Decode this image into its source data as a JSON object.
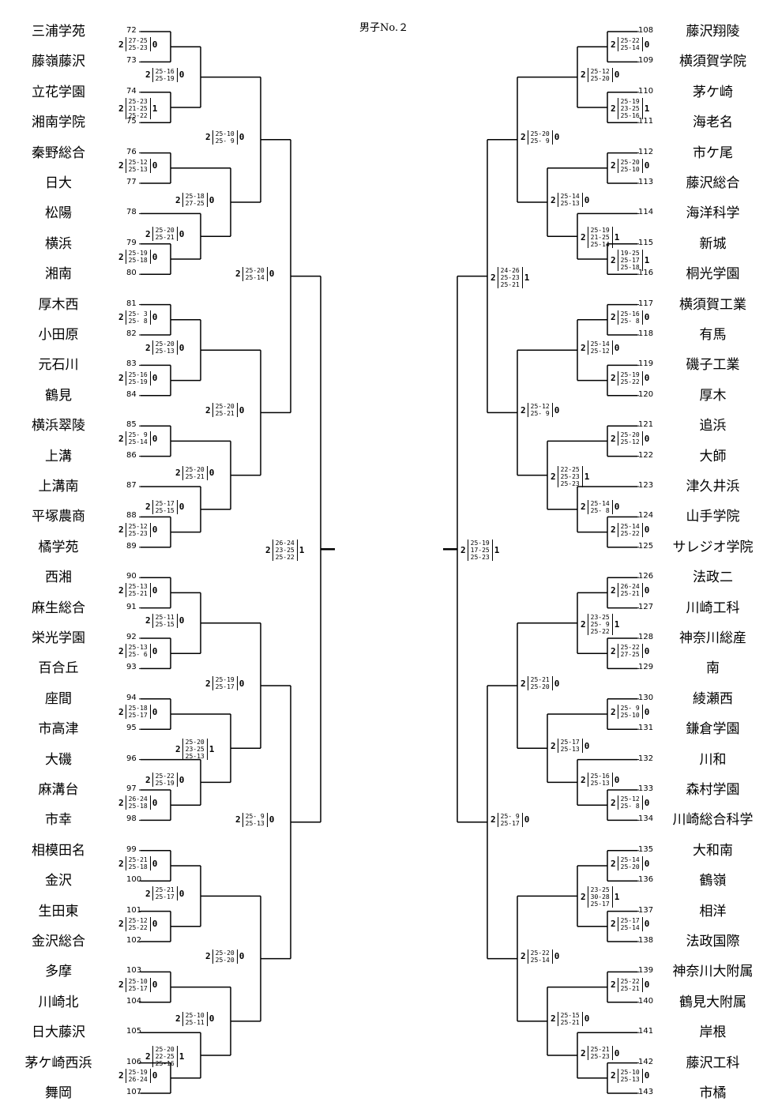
{
  "title": "男子No.２",
  "left": {
    "teams": [
      {
        "seed": "72",
        "name": "三浦学苑"
      },
      {
        "seed": "73",
        "name": "藤嶺藤沢"
      },
      {
        "seed": "74",
        "name": "立花学園"
      },
      {
        "seed": "75",
        "name": "湘南学院"
      },
      {
        "seed": "76",
        "name": "秦野総合"
      },
      {
        "seed": "77",
        "name": "日大"
      },
      {
        "seed": "78",
        "name": "松陽"
      },
      {
        "seed": "79",
        "name": "横浜"
      },
      {
        "seed": "80",
        "name": "湘南"
      },
      {
        "seed": "81",
        "name": "厚木西"
      },
      {
        "seed": "82",
        "name": "小田原"
      },
      {
        "seed": "83",
        "name": "元石川"
      },
      {
        "seed": "84",
        "name": "鶴見"
      },
      {
        "seed": "85",
        "name": "横浜翠陵"
      },
      {
        "seed": "86",
        "name": "上溝"
      },
      {
        "seed": "87",
        "name": "上溝南"
      },
      {
        "seed": "88",
        "name": "平塚農商"
      },
      {
        "seed": "89",
        "name": "橘学苑"
      },
      {
        "seed": "90",
        "name": "西湘"
      },
      {
        "seed": "91",
        "name": "麻生総合"
      },
      {
        "seed": "92",
        "name": "栄光学園"
      },
      {
        "seed": "93",
        "name": "百合丘"
      },
      {
        "seed": "94",
        "name": "座間"
      },
      {
        "seed": "95",
        "name": "市高津"
      },
      {
        "seed": "96",
        "name": "大磯"
      },
      {
        "seed": "97",
        "name": "麻溝台"
      },
      {
        "seed": "98",
        "name": "市幸"
      },
      {
        "seed": "99",
        "name": "相模田名"
      },
      {
        "seed": "100",
        "name": "金沢"
      },
      {
        "seed": "101",
        "name": "生田東"
      },
      {
        "seed": "102",
        "name": "金沢総合"
      },
      {
        "seed": "103",
        "name": "多摩"
      },
      {
        "seed": "104",
        "name": "川崎北"
      },
      {
        "seed": "105",
        "name": "日大藤沢"
      },
      {
        "seed": "106",
        "name": "茅ケ崎西浜"
      },
      {
        "seed": "107",
        "name": "舞岡"
      }
    ],
    "scores": [
      {
        "w": "2",
        "sets": [
          "27-25",
          "25-23"
        ],
        "l": "0"
      },
      {
        "w": "2",
        "sets": [
          "25-23",
          "21-25",
          "25-22"
        ],
        "l": "1"
      },
      {
        "w": "2",
        "sets": [
          "25-16",
          "25-19"
        ],
        "l": "0"
      },
      {
        "w": "2",
        "sets": [
          "25-12",
          "25-13"
        ],
        "l": "0"
      },
      {
        "w": "2",
        "sets": [
          "25-19",
          "25-18"
        ],
        "l": "0"
      },
      {
        "w": "2",
        "sets": [
          "25-20",
          "25-21"
        ],
        "l": "0"
      },
      {
        "w": "2",
        "sets": [
          "25-18",
          "27-25"
        ],
        "l": "0"
      },
      {
        "w": "2",
        "sets": [
          "25-10",
          "25- 9"
        ],
        "l": "0"
      },
      {
        "w": "2",
        "sets": [
          "25- 3",
          "25- 8"
        ],
        "l": "0"
      },
      {
        "w": "2",
        "sets": [
          "25-16",
          "25-19"
        ],
        "l": "0"
      },
      {
        "w": "2",
        "sets": [
          "25-20",
          "25-13"
        ],
        "l": "0"
      },
      {
        "w": "2",
        "sets": [
          "25- 9",
          "25-14"
        ],
        "l": "0"
      },
      {
        "w": "2",
        "sets": [
          "25-12",
          "25-23"
        ],
        "l": "0"
      },
      {
        "w": "2",
        "sets": [
          "25-17",
          "25-15"
        ],
        "l": "0"
      },
      {
        "w": "2",
        "sets": [
          "25-20",
          "25-21"
        ],
        "l": "0"
      },
      {
        "w": "2",
        "sets": [
          "25-20",
          "25-21"
        ],
        "l": "0"
      },
      {
        "w": "2",
        "sets": [
          "25-20",
          "25-14"
        ],
        "l": "0"
      },
      {
        "w": "2",
        "sets": [
          "25-13",
          "25-21"
        ],
        "l": "0"
      },
      {
        "w": "2",
        "sets": [
          "25-13",
          "25- 6"
        ],
        "l": "0"
      },
      {
        "w": "2",
        "sets": [
          "25-11",
          "25-15"
        ],
        "l": "0"
      },
      {
        "w": "2",
        "sets": [
          "25-18",
          "25-17"
        ],
        "l": "0"
      },
      {
        "w": "2",
        "sets": [
          "26-24",
          "25-18"
        ],
        "l": "0"
      },
      {
        "w": "2",
        "sets": [
          "25-22",
          "25-19"
        ],
        "l": "0"
      },
      {
        "w": "2",
        "sets": [
          "25-20",
          "23-25",
          "25-13"
        ],
        "l": "1"
      },
      {
        "w": "2",
        "sets": [
          "25-19",
          "25-17"
        ],
        "l": "0"
      },
      {
        "w": "2",
        "sets": [
          "25-21",
          "25-18"
        ],
        "l": "0"
      },
      {
        "w": "2",
        "sets": [
          "25-12",
          "25-22"
        ],
        "l": "0"
      },
      {
        "w": "2",
        "sets": [
          "25-21",
          "25-17"
        ],
        "l": "0"
      },
      {
        "w": "2",
        "sets": [
          "25-10",
          "25-17"
        ],
        "l": "0"
      },
      {
        "w": "2",
        "sets": [
          "25-19",
          "26-24"
        ],
        "l": "0"
      },
      {
        "w": "2",
        "sets": [
          "25-20",
          "22-25",
          "25-16"
        ],
        "l": "1"
      },
      {
        "w": "2",
        "sets": [
          "25-10",
          "25-11"
        ],
        "l": "0"
      },
      {
        "w": "2",
        "sets": [
          "25-20",
          "25-20"
        ],
        "l": "0"
      },
      {
        "w": "2",
        "sets": [
          "25- 9",
          "25-13"
        ],
        "l": "0"
      },
      {
        "w": "2",
        "sets": [
          "26-24",
          "23-25",
          "25-22"
        ],
        "l": "1"
      }
    ]
  },
  "right": {
    "teams": [
      {
        "seed": "108",
        "name": "藤沢翔陵"
      },
      {
        "seed": "109",
        "name": "横須賀学院"
      },
      {
        "seed": "110",
        "name": "茅ケ崎"
      },
      {
        "seed": "111",
        "name": "海老名"
      },
      {
        "seed": "112",
        "name": "市ケ尾"
      },
      {
        "seed": "113",
        "name": "藤沢総合"
      },
      {
        "seed": "114",
        "name": "海洋科学"
      },
      {
        "seed": "115",
        "name": "新城"
      },
      {
        "seed": "116",
        "name": "桐光学園"
      },
      {
        "seed": "117",
        "name": "横須賀工業"
      },
      {
        "seed": "118",
        "name": "有馬"
      },
      {
        "seed": "119",
        "name": "磯子工業"
      },
      {
        "seed": "120",
        "name": "厚木"
      },
      {
        "seed": "121",
        "name": "追浜"
      },
      {
        "seed": "122",
        "name": "大師"
      },
      {
        "seed": "123",
        "name": "津久井浜"
      },
      {
        "seed": "124",
        "name": "山手学院"
      },
      {
        "seed": "125",
        "name": "サレジオ学院"
      },
      {
        "seed": "126",
        "name": "法政二"
      },
      {
        "seed": "127",
        "name": "川崎工科"
      },
      {
        "seed": "128",
        "name": "神奈川総産"
      },
      {
        "seed": "129",
        "name": "南"
      },
      {
        "seed": "130",
        "name": "綾瀬西"
      },
      {
        "seed": "131",
        "name": "鎌倉学園"
      },
      {
        "seed": "132",
        "name": "川和"
      },
      {
        "seed": "133",
        "name": "森村学園"
      },
      {
        "seed": "134",
        "name": "川崎総合科学"
      },
      {
        "seed": "135",
        "name": "大和南"
      },
      {
        "seed": "136",
        "name": "鶴嶺"
      },
      {
        "seed": "137",
        "name": "相洋"
      },
      {
        "seed": "138",
        "name": "法政国際"
      },
      {
        "seed": "139",
        "name": "神奈川大附属"
      },
      {
        "seed": "140",
        "name": "鶴見大附属"
      },
      {
        "seed": "141",
        "name": "岸根"
      },
      {
        "seed": "142",
        "name": "藤沢工科"
      },
      {
        "seed": "143",
        "name": "市橘"
      }
    ],
    "scores": [
      {
        "w": "2",
        "sets": [
          "25-22",
          "25-14"
        ],
        "l": "0"
      },
      {
        "w": "2",
        "sets": [
          "25-19",
          "23-25",
          "25-16"
        ],
        "l": "1"
      },
      {
        "w": "2",
        "sets": [
          "25-12",
          "25-20"
        ],
        "l": "0"
      },
      {
        "w": "2",
        "sets": [
          "25-20",
          "25-10"
        ],
        "l": "0"
      },
      {
        "w": "2",
        "sets": [
          "19-25",
          "25-17",
          "25-18"
        ],
        "l": "1"
      },
      {
        "w": "2",
        "sets": [
          "25-19",
          "21-25",
          "25-14"
        ],
        "l": "1"
      },
      {
        "w": "2",
        "sets": [
          "25-14",
          "25-13"
        ],
        "l": "0"
      },
      {
        "w": "2",
        "sets": [
          "25-20",
          "25- 9"
        ],
        "l": "0"
      },
      {
        "w": "2",
        "sets": [
          "25-16",
          "25- 8"
        ],
        "l": "0"
      },
      {
        "w": "2",
        "sets": [
          "25-19",
          "25-22"
        ],
        "l": "0"
      },
      {
        "w": "2",
        "sets": [
          "25-14",
          "25-12"
        ],
        "l": "0"
      },
      {
        "w": "2",
        "sets": [
          "25-20",
          "25-12"
        ],
        "l": "0"
      },
      {
        "w": "2",
        "sets": [
          "25-14",
          "25-22"
        ],
        "l": "0"
      },
      {
        "w": "2",
        "sets": [
          "25-14",
          "25- 8"
        ],
        "l": "0"
      },
      {
        "w": "2",
        "sets": [
          "22-25",
          "25-23",
          "25-23"
        ],
        "l": "1"
      },
      {
        "w": "2",
        "sets": [
          "25-12",
          "25- 9"
        ],
        "l": "0"
      },
      {
        "w": "2",
        "sets": [
          "24-26",
          "25-23",
          "25-21"
        ],
        "l": "1"
      },
      {
        "w": "2",
        "sets": [
          "26-24",
          "25-21"
        ],
        "l": "0"
      },
      {
        "w": "2",
        "sets": [
          "25-22",
          "27-25"
        ],
        "l": "0"
      },
      {
        "w": "2",
        "sets": [
          "23-25",
          "25- 9",
          "25-22"
        ],
        "l": "1"
      },
      {
        "w": "2",
        "sets": [
          "25- 9",
          "25-10"
        ],
        "l": "0"
      },
      {
        "w": "2",
        "sets": [
          "25-12",
          "25- 8"
        ],
        "l": "0"
      },
      {
        "w": "2",
        "sets": [
          "25-16",
          "25-13"
        ],
        "l": "0"
      },
      {
        "w": "2",
        "sets": [
          "25-17",
          "25-13"
        ],
        "l": "0"
      },
      {
        "w": "2",
        "sets": [
          "25-21",
          "25-20"
        ],
        "l": "0"
      },
      {
        "w": "2",
        "sets": [
          "25-14",
          "25-20"
        ],
        "l": "0"
      },
      {
        "w": "2",
        "sets": [
          "25-17",
          "25-14"
        ],
        "l": "0"
      },
      {
        "w": "2",
        "sets": [
          "23-25",
          "30-28",
          "25-17"
        ],
        "l": "1"
      },
      {
        "w": "2",
        "sets": [
          "25-22",
          "25-21"
        ],
        "l": "0"
      },
      {
        "w": "2",
        "sets": [
          "25-10",
          "25-13"
        ],
        "l": "0"
      },
      {
        "w": "2",
        "sets": [
          "25-21",
          "25-23"
        ],
        "l": "0"
      },
      {
        "w": "2",
        "sets": [
          "25-15",
          "25-21"
        ],
        "l": "0"
      },
      {
        "w": "2",
        "sets": [
          "25-22",
          "25-14"
        ],
        "l": "0"
      },
      {
        "w": "2",
        "sets": [
          "25- 9",
          "25-17"
        ],
        "l": "0"
      },
      {
        "w": "2",
        "sets": [
          "25-19",
          "17-25",
          "25-23"
        ],
        "l": "1"
      }
    ]
  }
}
